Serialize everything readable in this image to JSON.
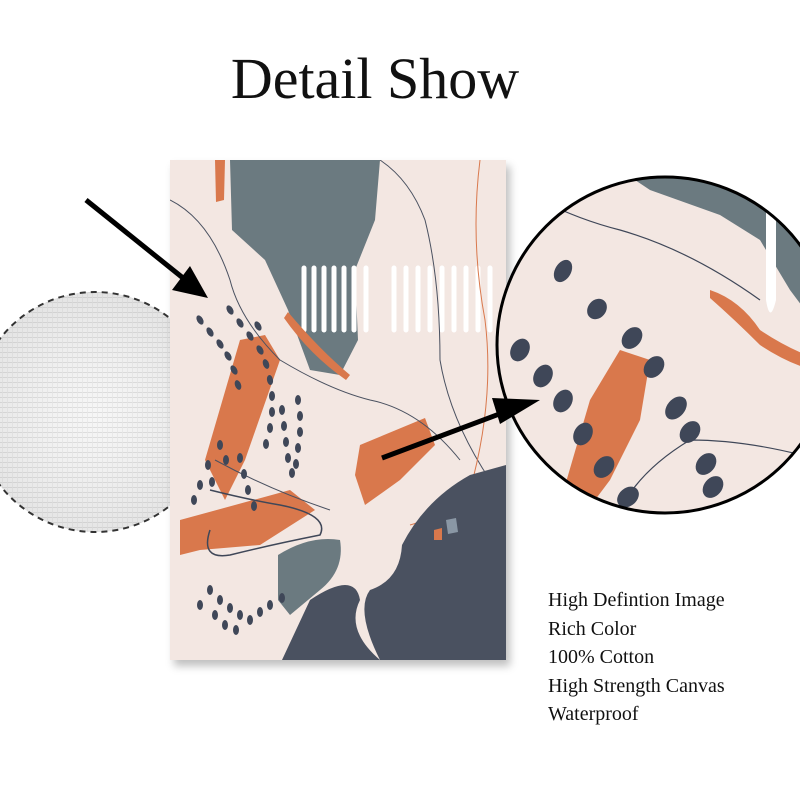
{
  "title": "Detail Show",
  "features": [
    "High Defintion Image",
    "Rich Color",
    "100% Cotton",
    "High Strength Canvas",
    "Waterproof"
  ],
  "colors": {
    "background": "#f3e7e2",
    "slate": "#6b7a80",
    "navy": "#4a5160",
    "orange": "#d9784c",
    "dark_dots": "#3f4758",
    "white": "#ffffff",
    "arrow": "#000000"
  },
  "icons": [
    "arrow-pointer-icon",
    "canvas-texture-swatch",
    "magnifier-circle"
  ]
}
